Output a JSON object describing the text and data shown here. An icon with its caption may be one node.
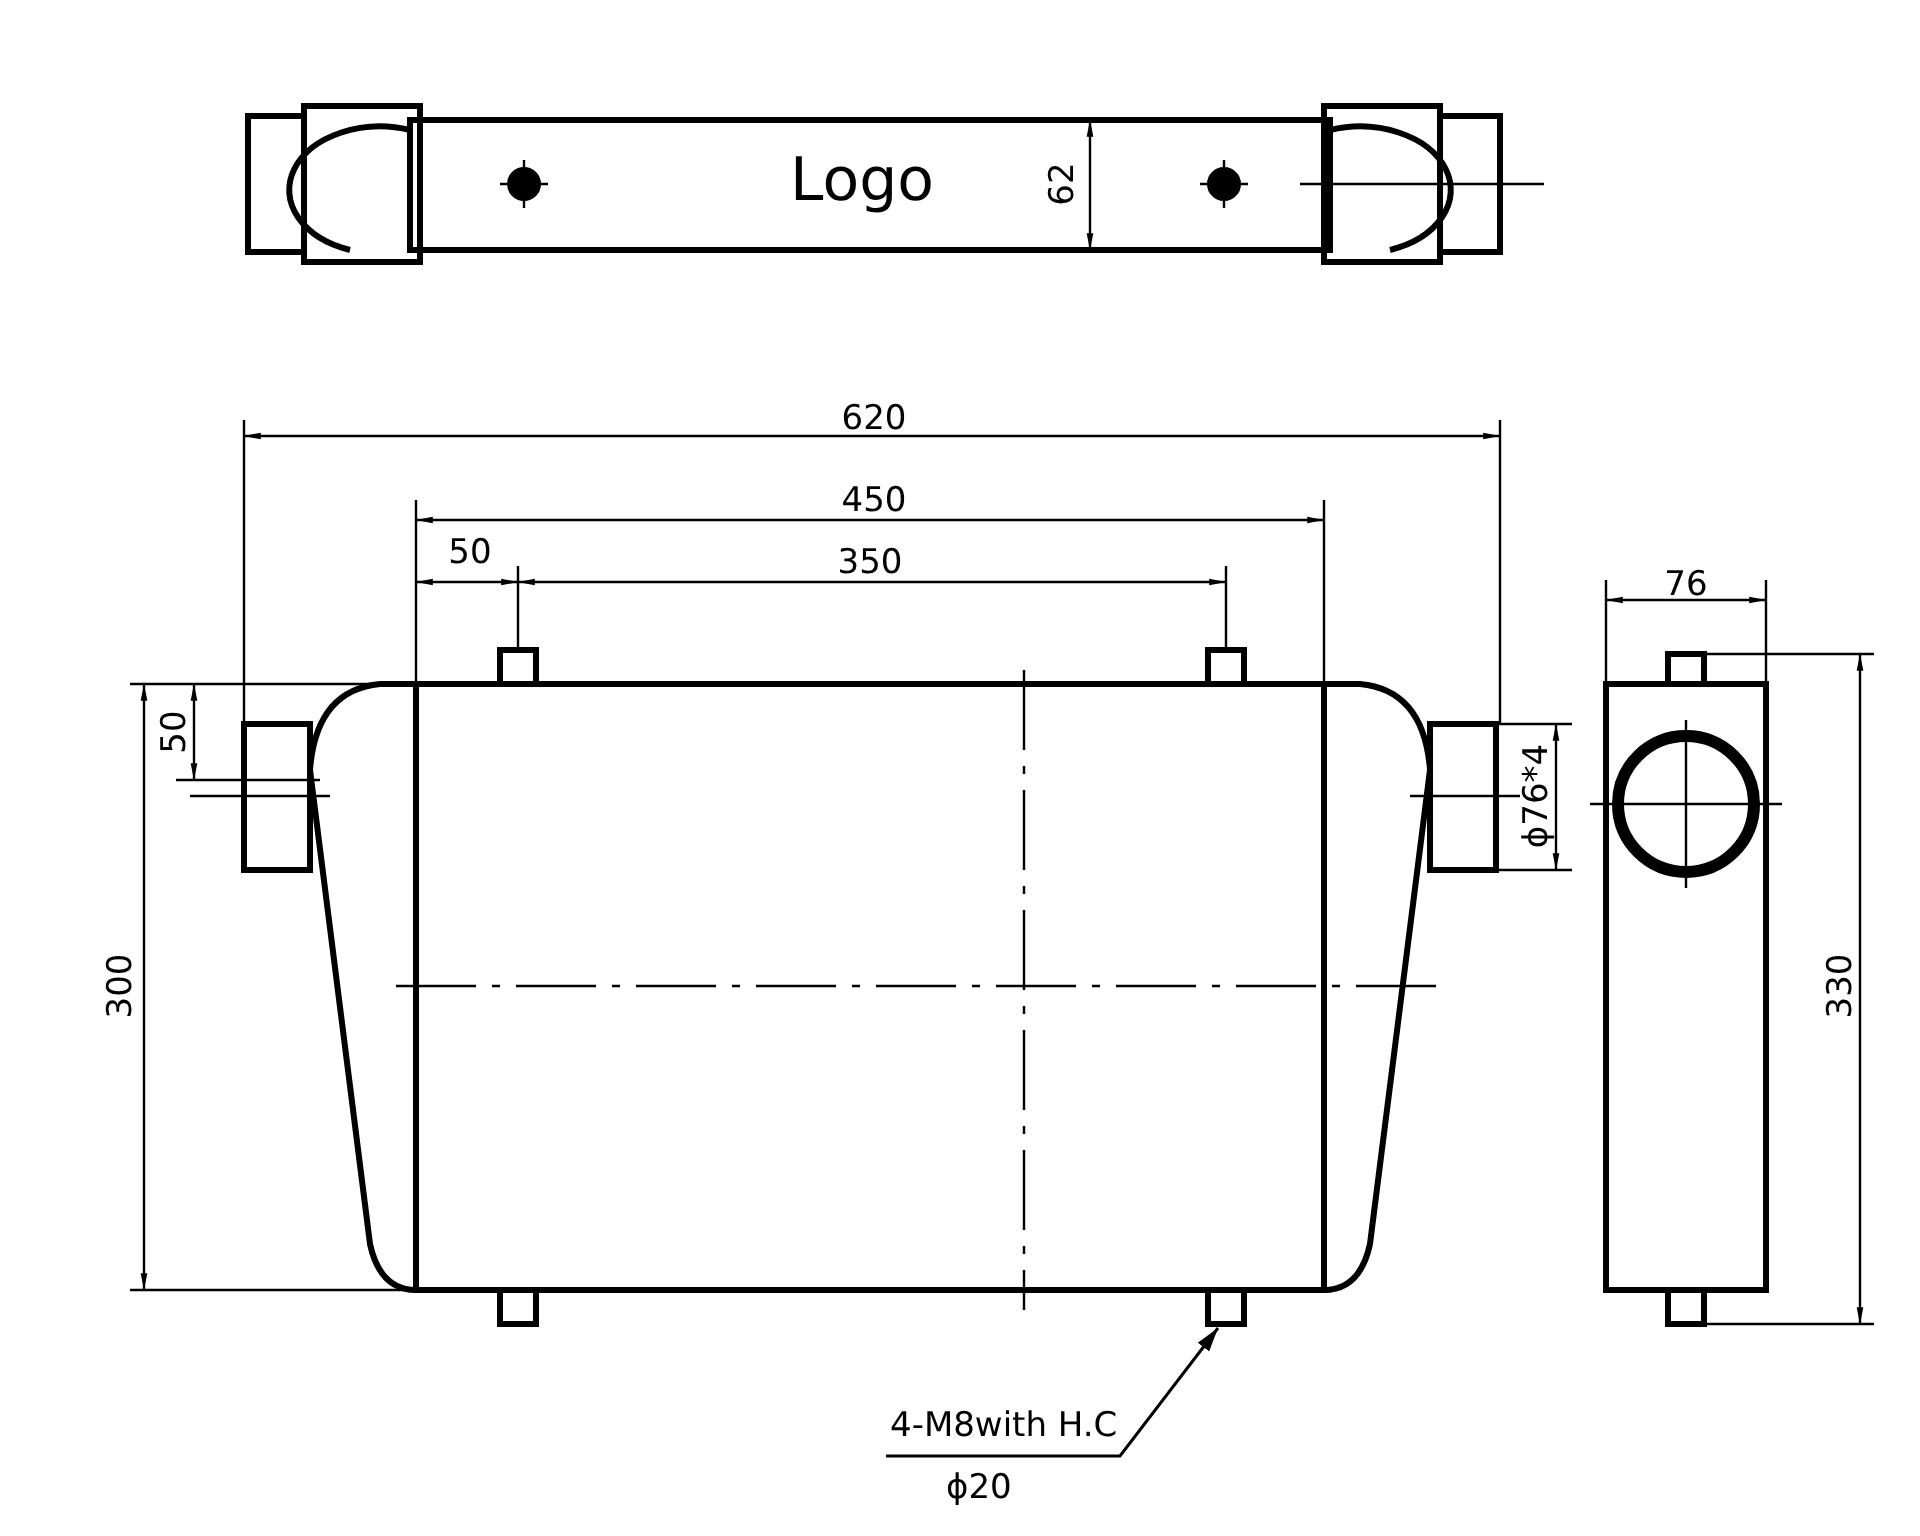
{
  "diagram": {
    "nodes": [
      {
        "text": [
          "4-M8with H.C",
          "ϕ20"
        ]
      },
      {
        "text": [],
        "shape": "box"
      }
    ],
    "edges": [
      {
        "from": 0,
        "to": 1,
        "arrow": "to"
      }
    ],
    "labels": [
      "Logo",
      "62",
      "620",
      "450",
      "50",
      "350",
      "76",
      "50",
      "ϕ76*4",
      "300",
      "330"
    ]
  }
}
